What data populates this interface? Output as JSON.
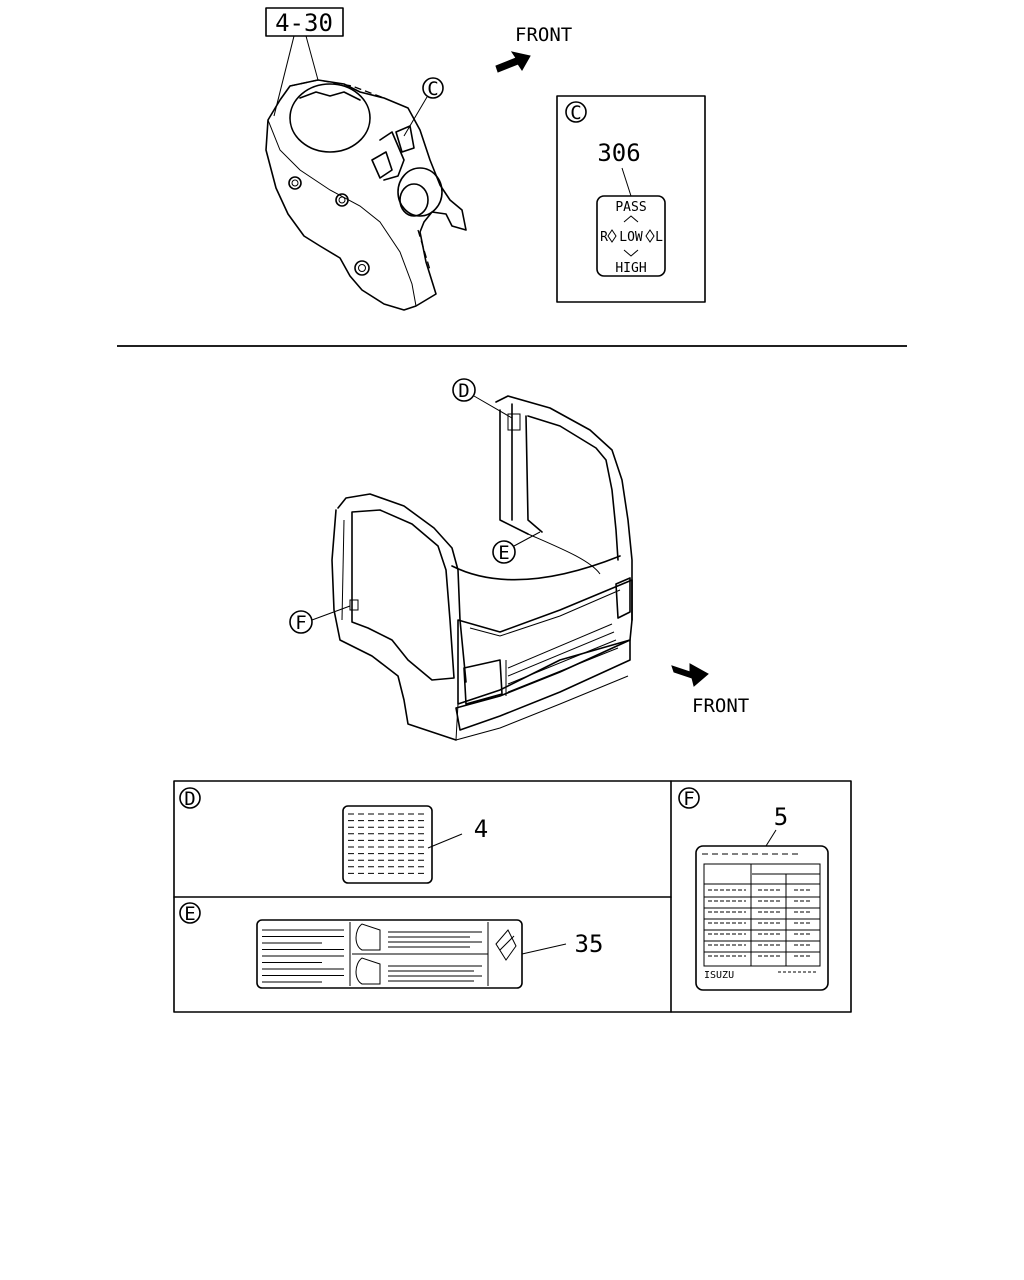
{
  "top_view": {
    "part_ref": "4-30",
    "front_label": "FRONT",
    "callout_c": "C"
  },
  "detail_c": {
    "letter": "C",
    "part_number": "306",
    "label_lines": [
      "PASS",
      "R",
      "LOW",
      "L",
      "HIGH"
    ]
  },
  "cab_view": {
    "front_label": "FRONT",
    "callout_d": "D",
    "callout_e": "E",
    "callout_f": "F"
  },
  "detail_d": {
    "letter": "D",
    "part_number": "4"
  },
  "detail_e": {
    "letter": "E",
    "part_number": "35"
  },
  "detail_f": {
    "letter": "F",
    "part_number": "5",
    "brand_text": "ISUZU"
  }
}
